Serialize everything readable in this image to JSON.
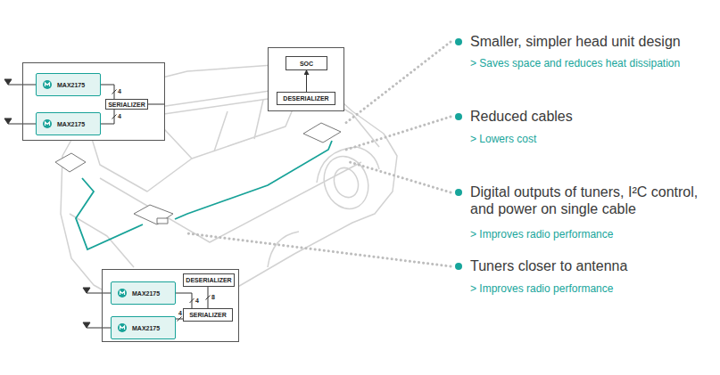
{
  "diagram": {
    "nodes": [
      {
        "text": []
      },
      {
        "text": [
          "MAX2175"
        ],
        "in": 0
      },
      {
        "text": [
          "MAX2175"
        ],
        "in": 0
      },
      {
        "text": [
          "SERIALIZER"
        ],
        "in": 0
      },
      {
        "text": []
      },
      {
        "text": [
          "SOC"
        ],
        "in": 4
      },
      {
        "text": [
          "DESERIALIZER"
        ],
        "in": 4
      },
      {
        "text": []
      },
      {
        "text": [
          "MAX2175"
        ],
        "in": 7
      },
      {
        "text": [
          "MAX2175"
        ],
        "in": 7
      },
      {
        "text": [
          "DESERIALIZER"
        ],
        "in": 7
      },
      {
        "text": [
          "SERIALIZER"
        ],
        "in": 7
      }
    ],
    "edges": [
      {
        "from": 1,
        "to": 3,
        "label": "4",
        "arrow": "none"
      },
      {
        "from": 2,
        "to": 3,
        "label": "4",
        "arrow": "none"
      },
      {
        "from": 6,
        "to": 5,
        "arrow": "to"
      },
      {
        "from": 8,
        "to": 11,
        "label": "4",
        "arrow": "none"
      },
      {
        "from": 10,
        "to": 11,
        "label": "8",
        "arrow": "none"
      },
      {
        "from": 9,
        "to": 11,
        "label": "4",
        "arrow": "none"
      }
    ],
    "labels": [
      "Smaller, simpler head unit design",
      "> Saves space and reduces heat dissipation",
      "Reduced cables",
      "> Lowers cost",
      "Digital outputs of tuners, I²C control, and power on single cable",
      "> Improves radio performance",
      "Tuners closer to antenna",
      "> Improves radio performance"
    ]
  }
}
